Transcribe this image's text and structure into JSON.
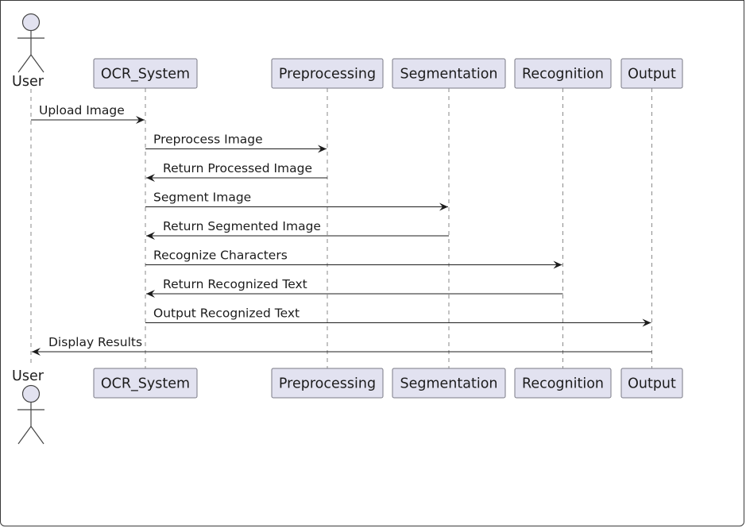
{
  "diagram": {
    "type": "sequence",
    "actor": {
      "label": "User"
    },
    "participants": [
      {
        "id": "ocr",
        "label": "OCR_System"
      },
      {
        "id": "pre",
        "label": "Preprocessing"
      },
      {
        "id": "seg",
        "label": "Segmentation"
      },
      {
        "id": "rec",
        "label": "Recognition"
      },
      {
        "id": "out",
        "label": "Output"
      }
    ],
    "messages": [
      {
        "from": "user",
        "to": "ocr",
        "label": "Upload Image"
      },
      {
        "from": "ocr",
        "to": "pre",
        "label": "Preprocess Image"
      },
      {
        "from": "pre",
        "to": "ocr",
        "label": "Return Processed Image"
      },
      {
        "from": "ocr",
        "to": "seg",
        "label": "Segment Image"
      },
      {
        "from": "seg",
        "to": "ocr",
        "label": "Return Segmented Image"
      },
      {
        "from": "ocr",
        "to": "rec",
        "label": "Recognize Characters"
      },
      {
        "from": "rec",
        "to": "ocr",
        "label": "Return Recognized Text"
      },
      {
        "from": "ocr",
        "to": "out",
        "label": "Output Recognized Text"
      },
      {
        "from": "out",
        "to": "user",
        "label": "Display Results"
      }
    ]
  }
}
